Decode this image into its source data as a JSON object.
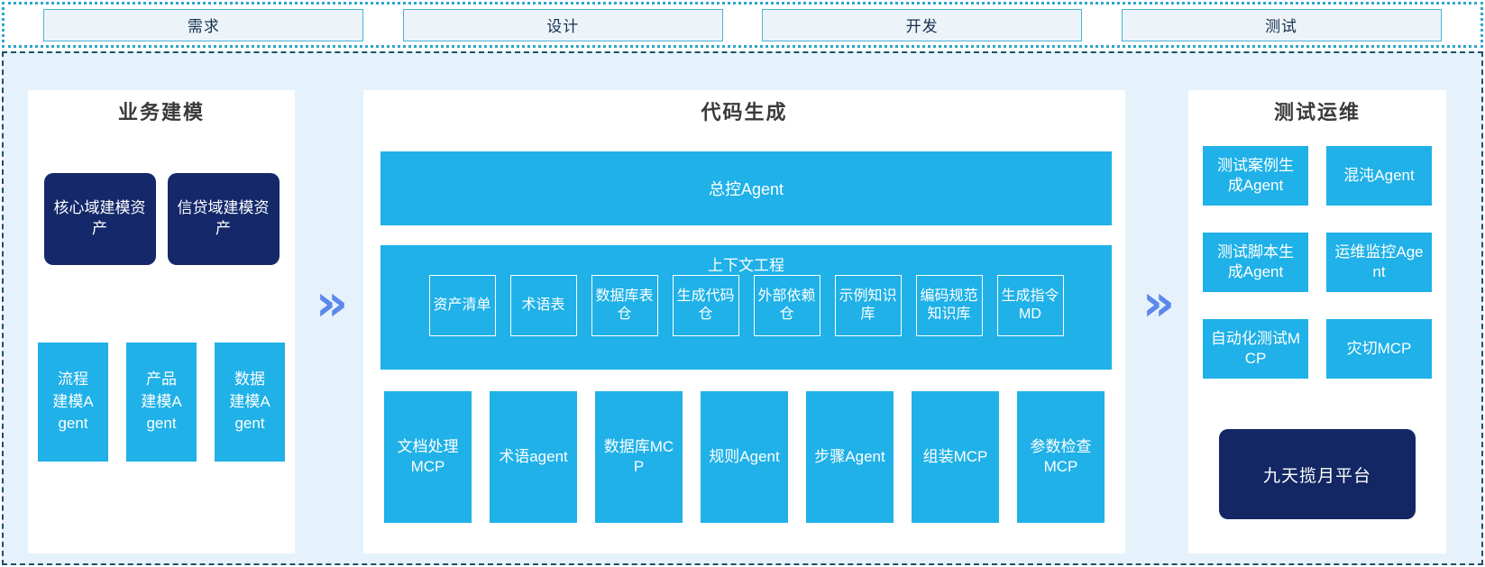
{
  "phases": {
    "requirements": "需求",
    "design": "设计",
    "development": "开发",
    "testing": "测试"
  },
  "arrow_glyph": "»",
  "colors": {
    "cyan_box": "#1fb1e8",
    "navy_box": "#14286a",
    "platform_navy": "#132764",
    "panel_bg": "#ffffff",
    "container_bg": "#e6f2fb",
    "container_border": "#1c506b",
    "strip_border": "#2ba6cf",
    "phase_box_fill": "#edf4f9",
    "phase_box_border": "#49b2d4",
    "chevron": "#5c88ea",
    "title_text": "#3a3a3a"
  },
  "panels": {
    "business_modeling": {
      "title": "业务建模",
      "assets": [
        "核心域建模资产",
        "信贷域建模资产"
      ],
      "agents": [
        "流程建模Agent",
        "产品建模Agent",
        "数据建模Agent"
      ]
    },
    "code_generation": {
      "title": "代码生成",
      "master_agent": "总控Agent",
      "context_engineering": {
        "title": "上下文工程",
        "items": [
          "资产清单",
          "术语表",
          "数据库表仓",
          "生成代码仓",
          "外部依赖仓",
          "示例知识库",
          "编码规范知识库",
          "生成指令MD"
        ]
      },
      "tools": [
        "文档处理MCP",
        "术语agent",
        "数据库MCP",
        "规则Agent",
        "步骤Agent",
        "组装MCP",
        "参数检查MCP"
      ]
    },
    "test_ops": {
      "title": "测试运维",
      "items": [
        "测试案例生成Agent",
        "混沌Agent",
        "测试脚本生成Agent",
        "运维监控Agent",
        "自动化测试MCP",
        "灾切MCP"
      ],
      "platform": "九天揽月平台"
    }
  }
}
